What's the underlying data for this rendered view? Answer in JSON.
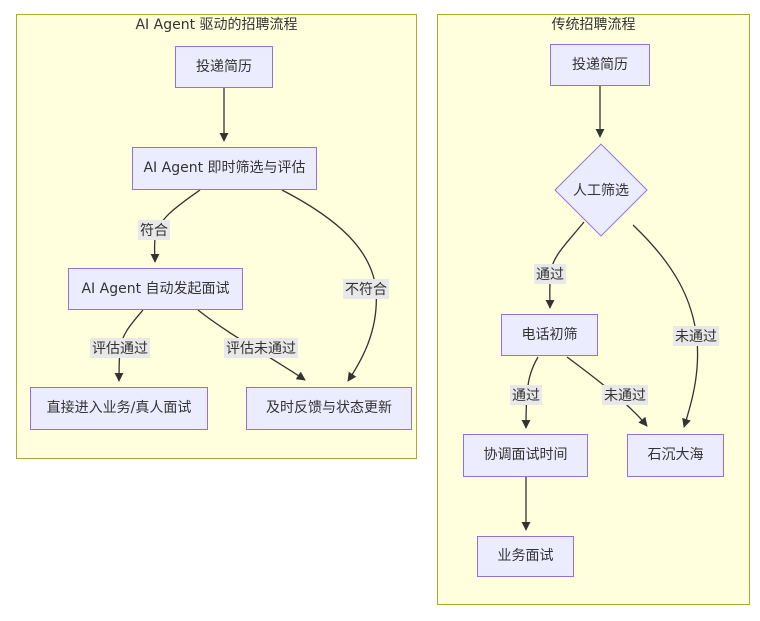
{
  "left": {
    "title": "AI Agent 驱动的招聘流程",
    "nodes": {
      "submit": "投递简历",
      "screen": "AI Agent 即时筛选与评估",
      "auto_interview": "AI Agent 自动发起面试",
      "direct_interview": "直接进入业务/真人面试",
      "feedback": "及时反馈与状态更新"
    },
    "edge_labels": {
      "match": "符合",
      "no_match": "不符合",
      "eval_pass": "评估通过",
      "eval_fail": "评估未通过"
    }
  },
  "right": {
    "title": "传统招聘流程",
    "nodes": {
      "submit": "投递简历",
      "manual_screen": "人工筛选",
      "phone_screen": "电话初筛",
      "schedule": "协调面试时间",
      "sea": "石沉大海",
      "biz_interview": "业务面试"
    },
    "edge_labels": {
      "pass1": "通过",
      "fail1": "未通过",
      "pass2": "通过",
      "fail2": "未通过"
    }
  },
  "colors": {
    "node_fill": "#ECECFF",
    "node_border": "#9370DB",
    "cluster_fill": "#FFFFDE",
    "cluster_border": "#AAAA33",
    "edge_stroke": "#333333",
    "edge_label_bg": "#E8E8E8",
    "text": "#333333"
  }
}
